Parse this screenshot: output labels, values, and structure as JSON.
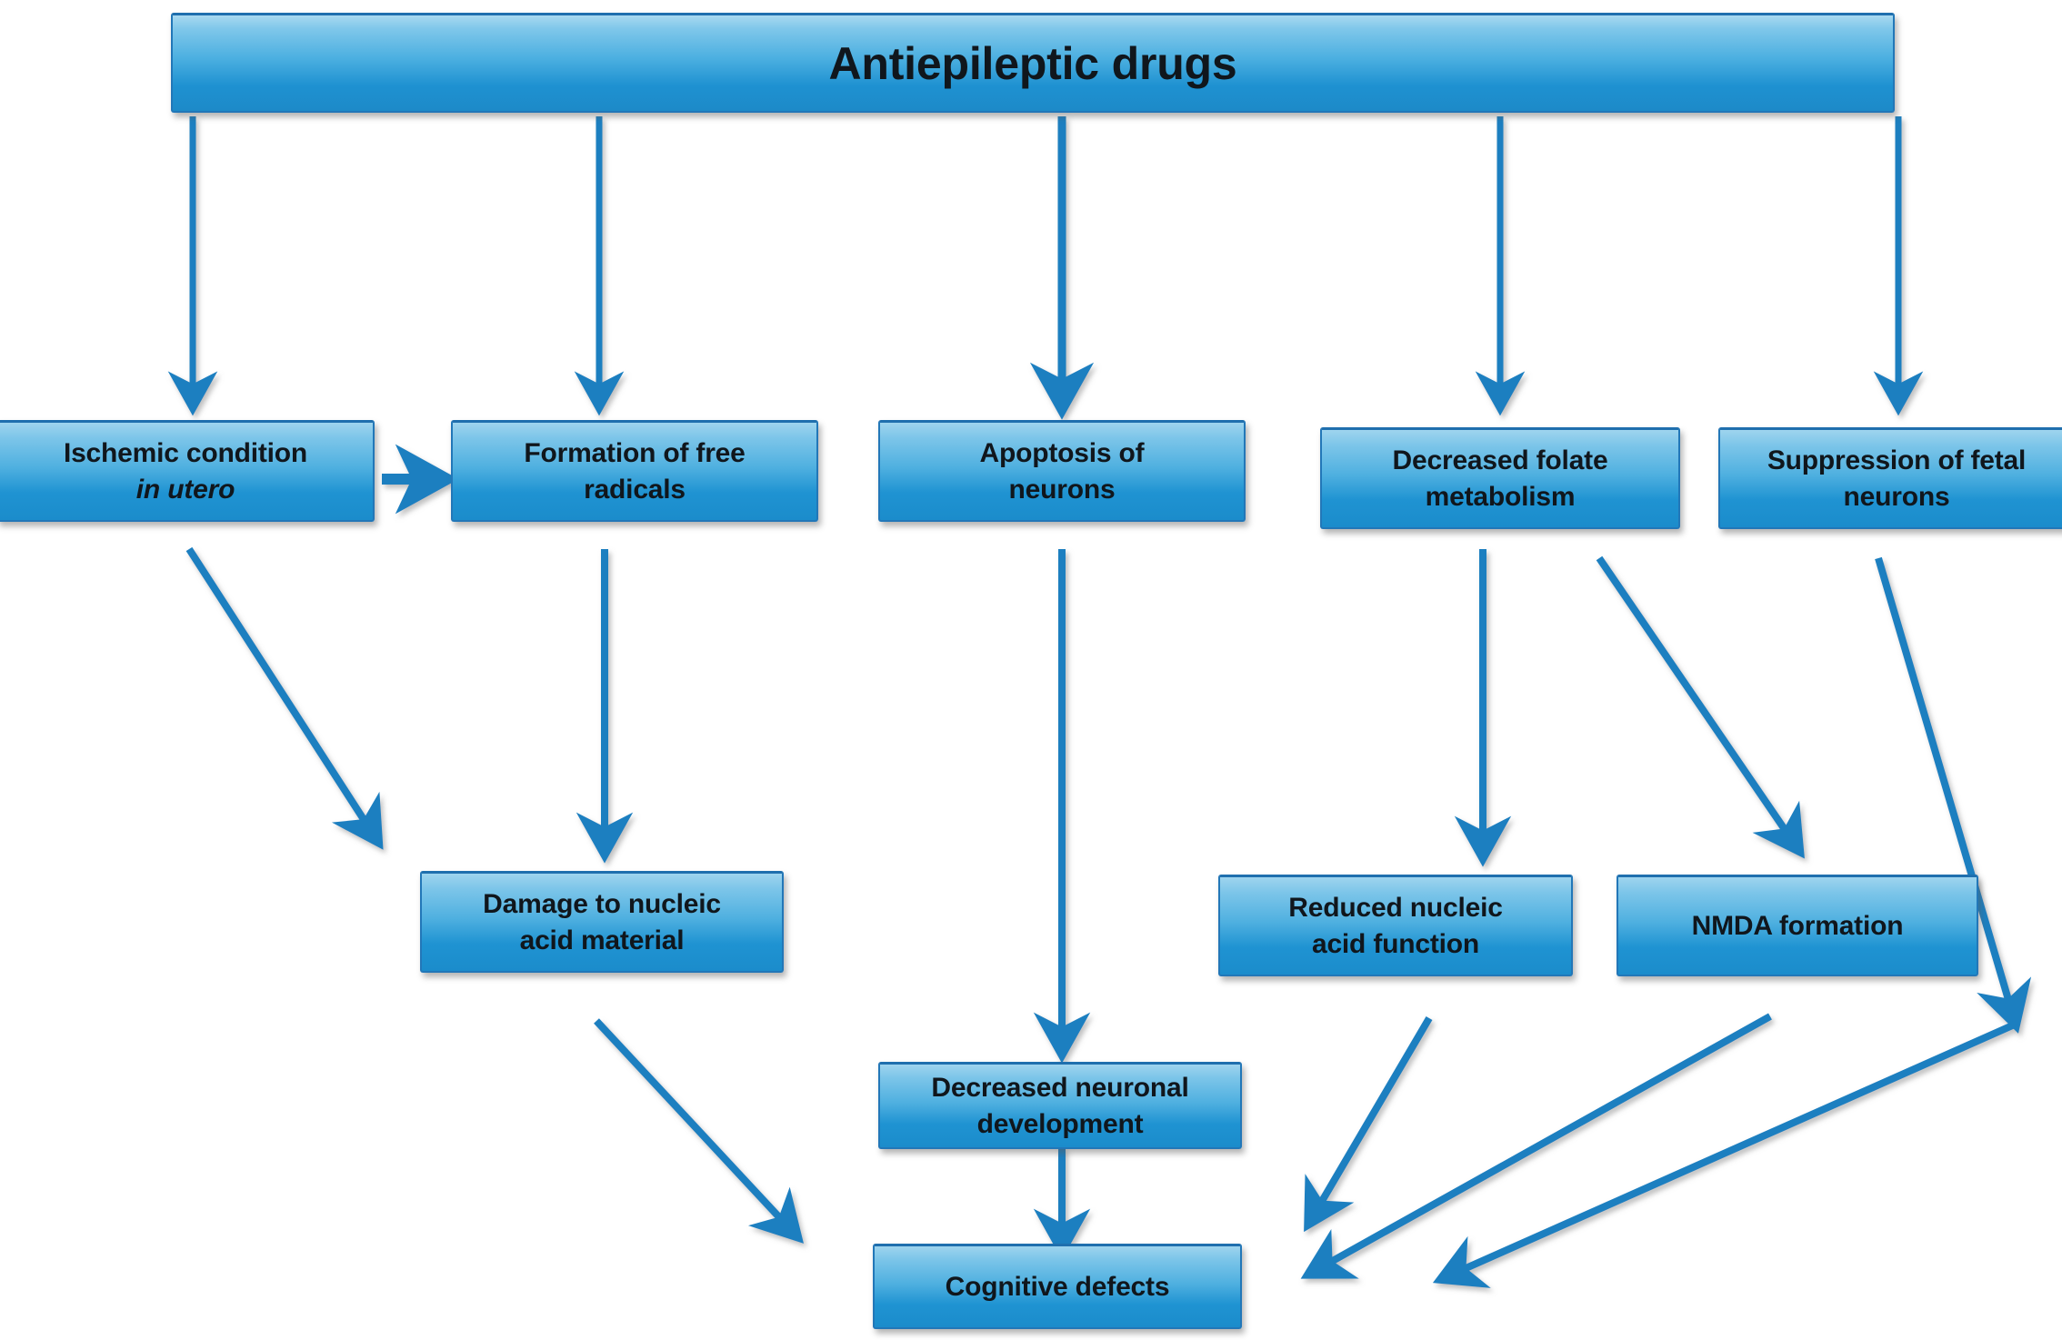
{
  "diagram": {
    "title": "Antiepileptic drugs",
    "accent_color": "#1f7fc0",
    "box_fill_top": "#9ed4ee",
    "box_fill_bottom": "#1b8ccb",
    "box_border_color": "#2277b8",
    "text_color": "#10161c",
    "background_color": "#ffffff"
  },
  "nodes": {
    "root": {
      "label": "Antiepileptic drugs"
    },
    "ischemic": {
      "line1": "Ischemic condition",
      "line2": "in utero",
      "line2_italic": true
    },
    "free_radicals": {
      "line1": "Formation of free",
      "line2": "radicals"
    },
    "apoptosis": {
      "line1": "Apoptosis of",
      "line2": "neurons"
    },
    "folate": {
      "line1": "Decreased folate",
      "line2": "metabolism"
    },
    "suppression": {
      "line1": "Suppression of fetal",
      "line2": "neurons"
    },
    "damage_na": {
      "line1": "Damage to nucleic",
      "line2": "acid material"
    },
    "reduced_na": {
      "line1": "Reduced nucleic",
      "line2": "acid function"
    },
    "nmda": {
      "line1": "NMDA formation"
    },
    "decreased_neuronal": {
      "line1": "Decreased neuronal",
      "line2": "development"
    },
    "cognitive": {
      "line1": "Cognitive defects"
    }
  },
  "edges": [
    {
      "from": "root",
      "to": "ischemic",
      "kind": "vertical"
    },
    {
      "from": "root",
      "to": "free_radicals",
      "kind": "vertical"
    },
    {
      "from": "root",
      "to": "apoptosis",
      "kind": "vertical"
    },
    {
      "from": "root",
      "to": "folate",
      "kind": "vertical"
    },
    {
      "from": "root",
      "to": "suppression",
      "kind": "vertical"
    },
    {
      "from": "ischemic",
      "to": "free_radicals",
      "kind": "horizontal"
    },
    {
      "from": "ischemic",
      "to": "damage_na",
      "kind": "diagonal"
    },
    {
      "from": "free_radicals",
      "to": "damage_na",
      "kind": "vertical"
    },
    {
      "from": "apoptosis",
      "to": "decreased_neuronal",
      "kind": "vertical"
    },
    {
      "from": "folate",
      "to": "reduced_na",
      "kind": "vertical"
    },
    {
      "from": "folate",
      "to": "nmda",
      "kind": "diagonal"
    },
    {
      "from": "suppression",
      "to": "junction_right",
      "kind": "diagonal"
    },
    {
      "from": "damage_na",
      "to": "cognitive",
      "kind": "diagonal"
    },
    {
      "from": "decreased_neuronal",
      "to": "cognitive",
      "kind": "vertical"
    },
    {
      "from": "reduced_na",
      "to": "cognitive",
      "kind": "diagonal"
    },
    {
      "from": "nmda",
      "to": "cognitive",
      "kind": "diagonal"
    },
    {
      "from": "junction_right",
      "to": "cognitive",
      "kind": "diagonal"
    }
  ]
}
